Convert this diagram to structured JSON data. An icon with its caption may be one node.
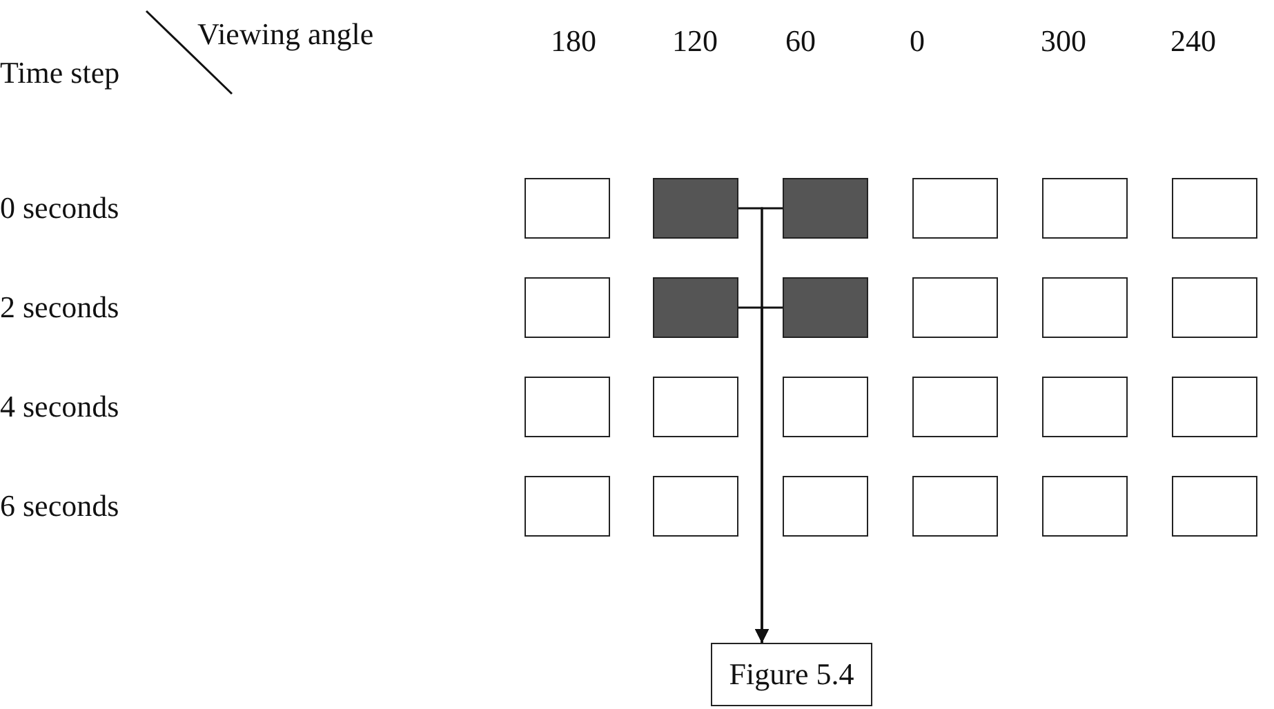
{
  "diagram": {
    "nodes": [
      {
        "text": [],
        "shape": "box"
      },
      {
        "text": [],
        "shape": "block"
      },
      {
        "text": [],
        "shape": "block"
      },
      {
        "text": [],
        "shape": "box"
      },
      {
        "text": [],
        "shape": "box"
      },
      {
        "text": [],
        "shape": "box"
      },
      {
        "text": [],
        "shape": "box"
      },
      {
        "text": [],
        "shape": "block"
      },
      {
        "text": [],
        "shape": "block"
      },
      {
        "text": [],
        "shape": "box"
      },
      {
        "text": [],
        "shape": "box"
      },
      {
        "text": [],
        "shape": "box"
      },
      {
        "text": [],
        "shape": "box"
      },
      {
        "text": [],
        "shape": "box"
      },
      {
        "text": [],
        "shape": "box"
      },
      {
        "text": [],
        "shape": "box"
      },
      {
        "text": [],
        "shape": "box"
      },
      {
        "text": [],
        "shape": "box"
      },
      {
        "text": [],
        "shape": "box"
      },
      {
        "text": [],
        "shape": "box"
      },
      {
        "text": [],
        "shape": "box"
      },
      {
        "text": [],
        "shape": "box"
      },
      {
        "text": [],
        "shape": "box"
      },
      {
        "text": [],
        "shape": "box"
      },
      {
        "text": [
          "Figure 5.4"
        ]
      }
    ],
    "edges": [
      {
        "from": 1,
        "to": 24,
        "arrow": "to"
      },
      {
        "from": 2,
        "to": 24,
        "arrow": "to"
      },
      {
        "from": 7,
        "to": 24,
        "arrow": "to"
      },
      {
        "from": 8,
        "to": 24,
        "arrow": "to"
      }
    ],
    "labels": [
      "Viewing angle",
      "180",
      "120",
      "60",
      "0",
      "300",
      "240",
      "Time step",
      "0 seconds",
      "2 seconds",
      "4 seconds",
      "6 seconds"
    ]
  }
}
